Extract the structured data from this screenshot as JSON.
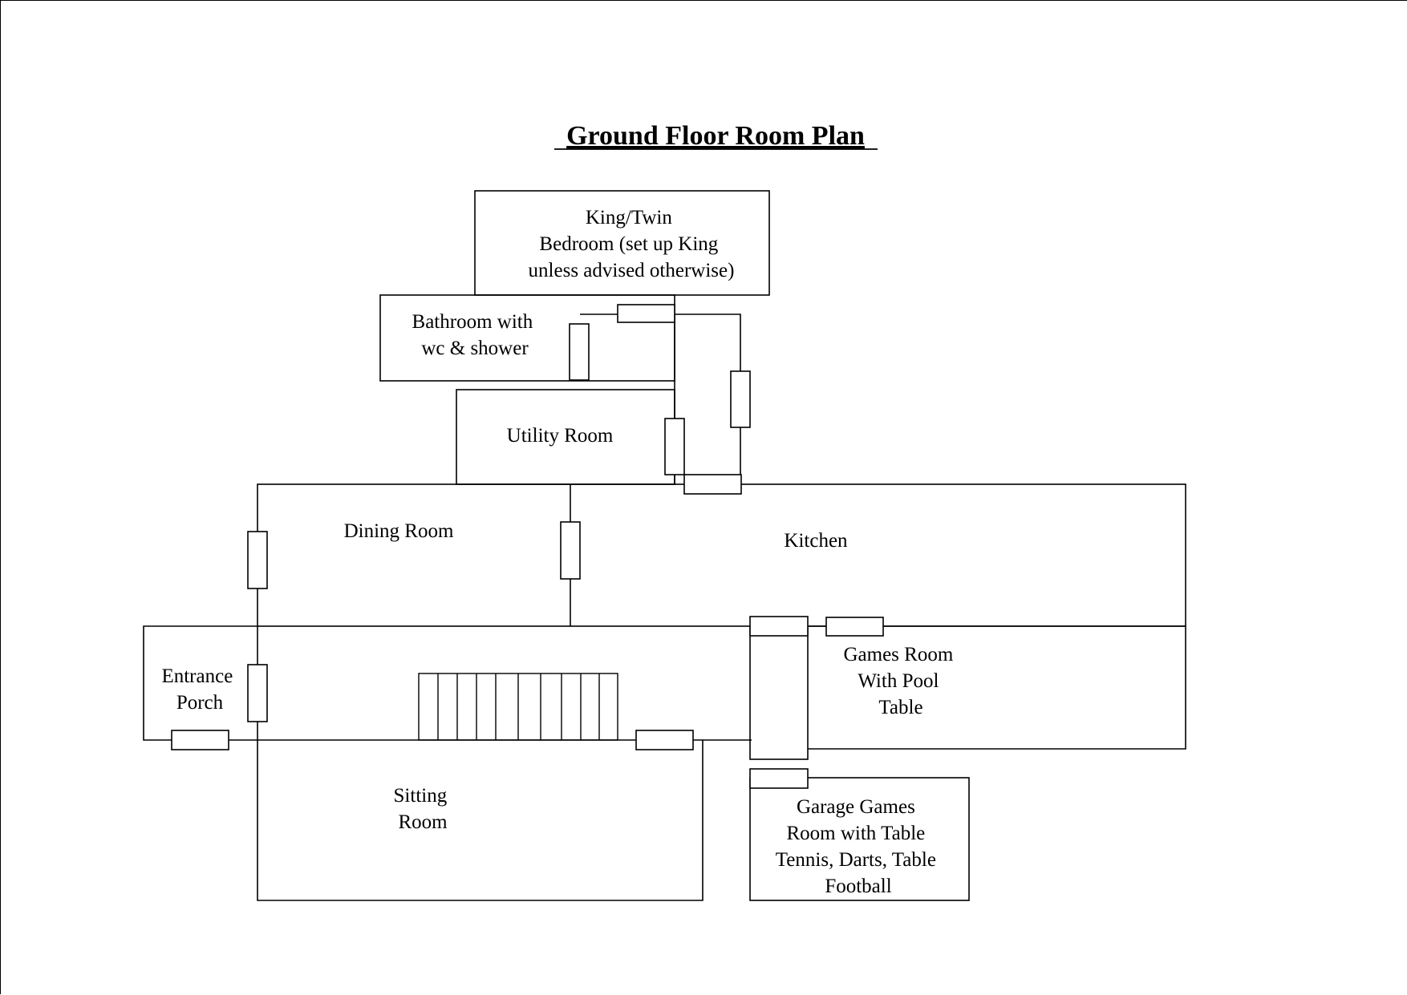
{
  "title": "Ground Floor Room Plan",
  "rooms": {
    "bedroom": [
      "King/Twin",
      "Bedroom (set up King",
      "unless advised otherwise)"
    ],
    "bathroom": [
      "Bathroom with",
      "wc & shower"
    ],
    "utility": [
      "Utility Room"
    ],
    "dining": [
      "Dining Room"
    ],
    "kitchen": [
      "Kitchen"
    ],
    "entrance": [
      "Entrance",
      "Porch"
    ],
    "games": [
      "Games Room",
      "With Pool",
      "Table"
    ],
    "sitting": [
      "Sitting",
      "Room"
    ],
    "garage": [
      "Garage Games",
      "Room with Table",
      "Tennis, Darts, Table",
      "Football"
    ]
  }
}
